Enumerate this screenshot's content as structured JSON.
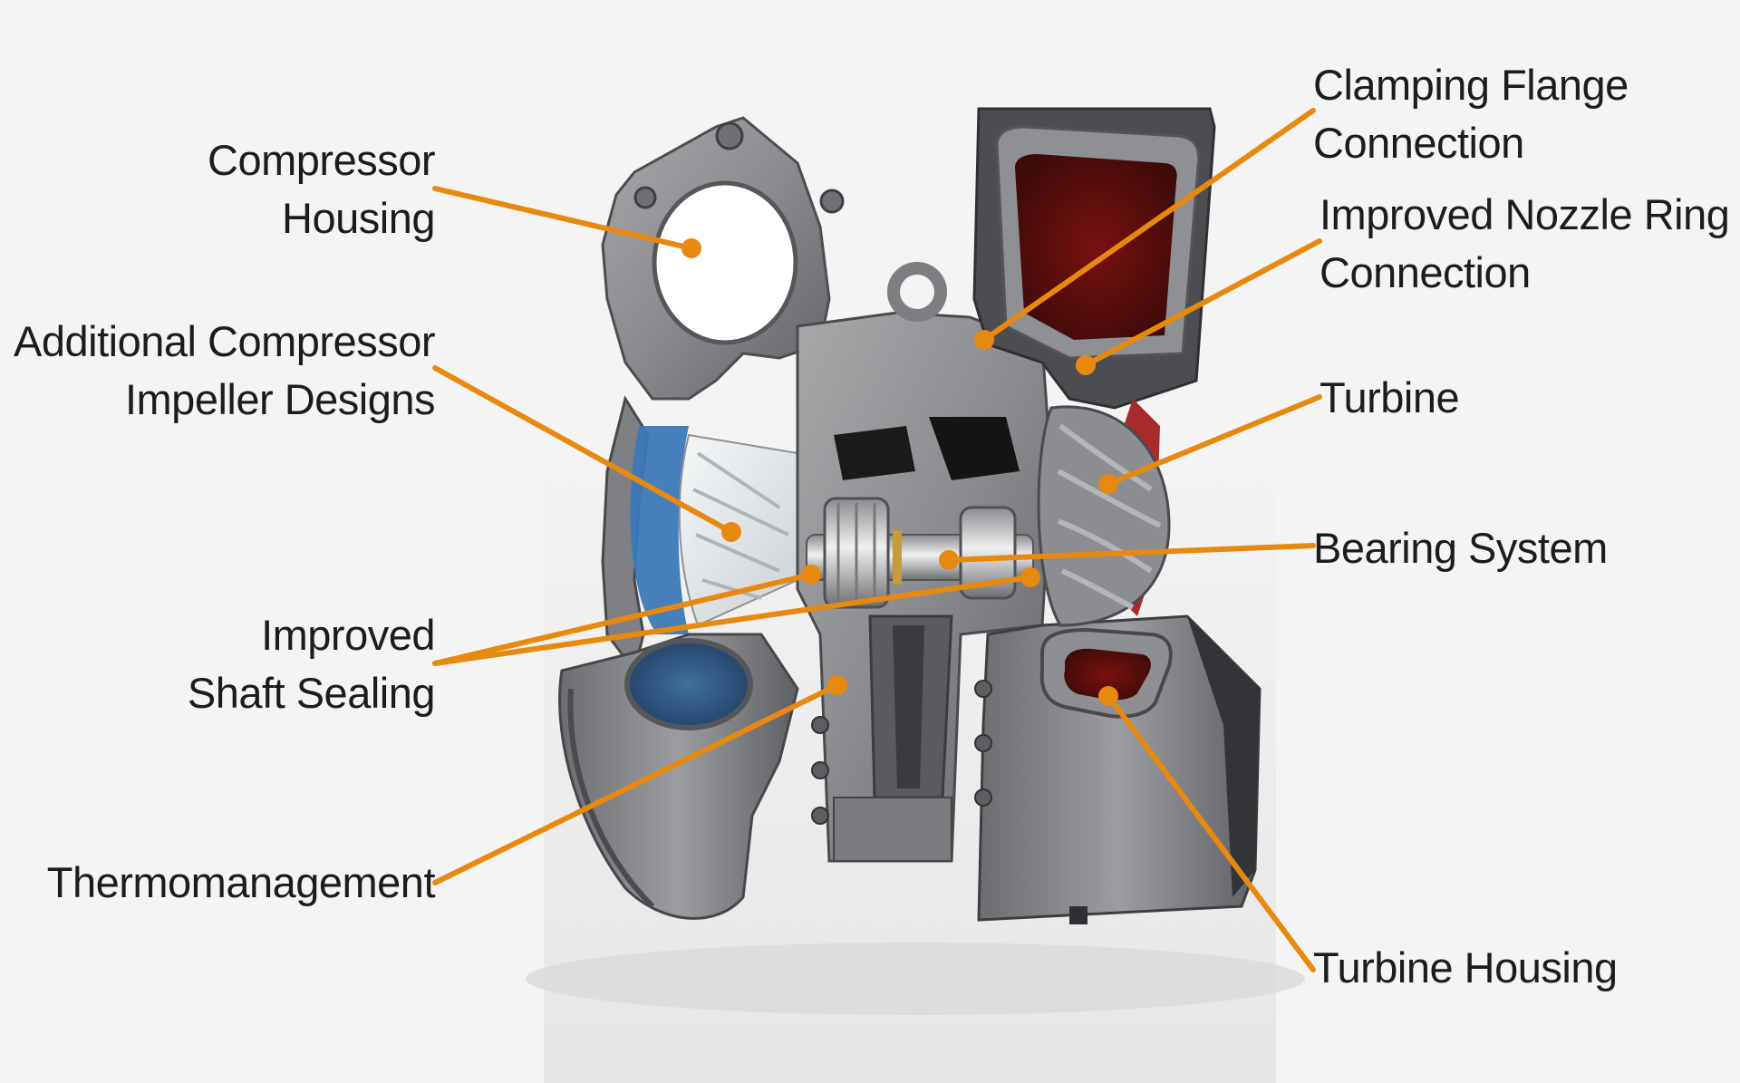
{
  "colors": {
    "background": "#f4f4f4",
    "leader": "#e8890f",
    "metal": "#8a8a8c",
    "metal_dark": "#5e5f62",
    "compressor_blue": "#3d6fa6",
    "turbine_red": "#8e1b1b"
  },
  "labels": {
    "compressor_housing": [
      "Compressor",
      "Housing"
    ],
    "additional_impeller": [
      "Additional Compressor",
      "Impeller Designs"
    ],
    "shaft_sealing": [
      "Improved",
      "Shaft Sealing"
    ],
    "thermomanagement": [
      "Thermomanagement"
    ],
    "clamping_flange": [
      "Clamping Flange",
      "Connection"
    ],
    "nozzle_ring": [
      "Improved Nozzle Ring",
      "Connection"
    ],
    "turbine": [
      "Turbine"
    ],
    "bearing_system": [
      "Bearing System"
    ],
    "turbine_housing": [
      "Turbine Housing"
    ]
  },
  "illustration": {
    "subject": "turbocharger-cutaway",
    "icons": [
      "compressor-housing",
      "turbine-housing",
      "compressor-impeller",
      "turbine-wheel",
      "bearing-shaft"
    ]
  }
}
